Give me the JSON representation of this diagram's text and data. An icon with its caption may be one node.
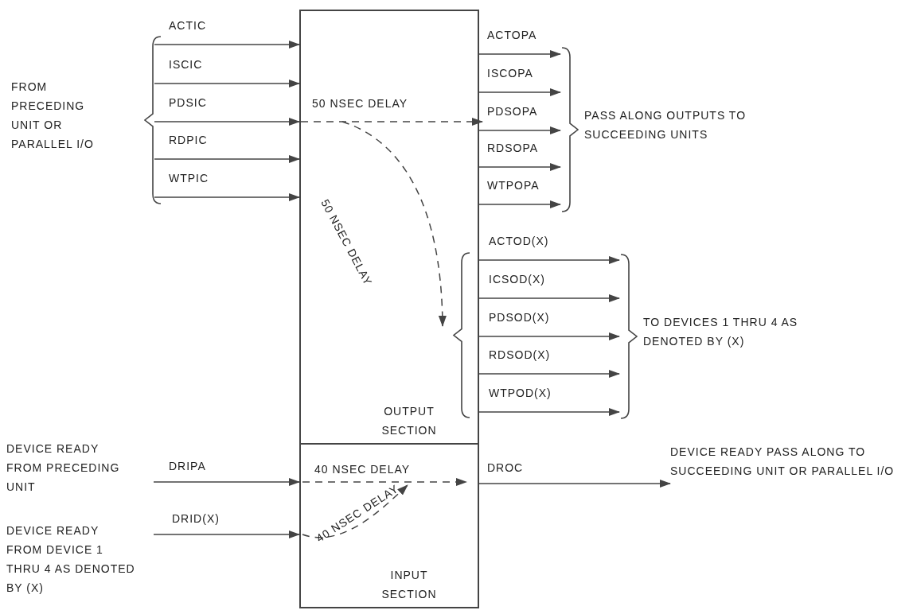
{
  "diagram": {
    "nodes": [
      {
        "text": [
          "OUTPUT SECTION"
        ]
      },
      {
        "text": [
          "INPUT SECTION"
        ]
      },
      {
        "text": [
          "FROM PRECEDING UNIT OR PARALLEL I/O"
        ]
      },
      {
        "text": [
          "PASS ALONG OUTPUTS TO SUCCEEDING UNITS"
        ]
      },
      {
        "text": [
          "TO DEVICES 1 THRU 4 AS DENOTED BY (X)"
        ]
      },
      {
        "text": [
          "DEVICE READY FROM PRECEDING UNIT"
        ]
      },
      {
        "text": [
          "DEVICE READY PASS ALONG TO SUCCEEDING UNIT OR PARALLEL I/O"
        ]
      },
      {
        "text": [
          "DEVICE READY FROM DEVICE 1 THRU 4 AS DENOTED BY (X)"
        ]
      }
    ],
    "edges": [
      {
        "from": 2,
        "to": 0,
        "arrow": "to",
        "label": "ACTIC"
      },
      {
        "from": 2,
        "to": 0,
        "arrow": "to",
        "label": "ISCIC"
      },
      {
        "from": 2,
        "to": 0,
        "arrow": "to",
        "label": "PDSIC"
      },
      {
        "from": 2,
        "to": 0,
        "arrow": "to",
        "label": "RDPIC"
      },
      {
        "from": 2,
        "to": 0,
        "arrow": "to",
        "label": "WTPIC"
      },
      {
        "from": 0,
        "to": 3,
        "arrow": "to",
        "label": "ACTOPA"
      },
      {
        "from": 0,
        "to": 3,
        "arrow": "to",
        "label": "ISCOPA"
      },
      {
        "from": 0,
        "to": 3,
        "arrow": "to",
        "label": "PDSOPA"
      },
      {
        "from": 0,
        "to": 3,
        "arrow": "to",
        "label": "RDSOPA"
      },
      {
        "from": 0,
        "to": 3,
        "arrow": "to",
        "label": "WTPOPA"
      },
      {
        "from": 0,
        "to": 4,
        "arrow": "to",
        "label": "ACTOD(X)"
      },
      {
        "from": 0,
        "to": 4,
        "arrow": "to",
        "label": "ICSOD(X)"
      },
      {
        "from": 0,
        "to": 4,
        "arrow": "to",
        "label": "PDSOD(X)"
      },
      {
        "from": 0,
        "to": 4,
        "arrow": "to",
        "label": "RDSOD(X)"
      },
      {
        "from": 0,
        "to": 4,
        "arrow": "to",
        "label": "WTPOD(X)"
      },
      {
        "from": 5,
        "to": 1,
        "arrow": "to",
        "label": "DRIPA"
      },
      {
        "from": 7,
        "to": 1,
        "arrow": "to",
        "label": "DRID(X)"
      },
      {
        "from": 1,
        "to": 6,
        "arrow": "to",
        "label": "DROC"
      }
    ],
    "labels": [
      "50 NSEC DELAY",
      "50 NSEC DELAY",
      "40 NSEC DELAY",
      "40 NSEC DELAY"
    ]
  }
}
